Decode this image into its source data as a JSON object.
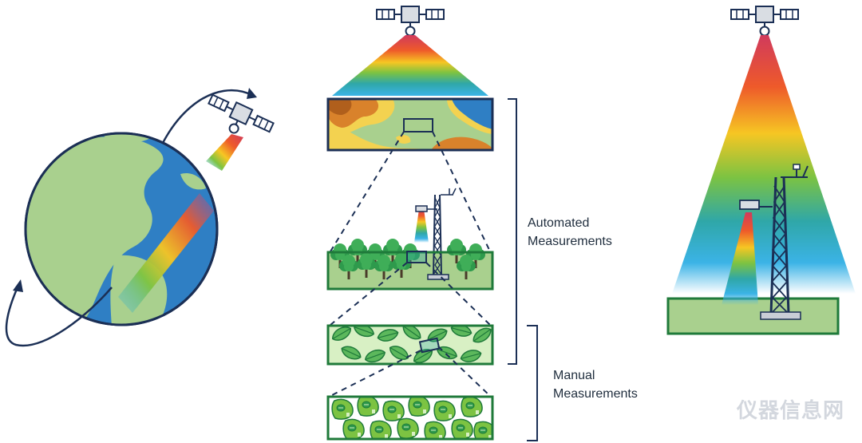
{
  "labels": {
    "automated_line1": "Automated",
    "automated_line2": "Measurements",
    "manual_line1": "Manual",
    "manual_line2": "Measurements"
  },
  "watermark": "仪器信息网",
  "colors": {
    "navy": "#1b2f55",
    "ocean": "#2f7fc4",
    "land": "#a9d08e",
    "green": "#2e9a4c",
    "tree_light": "#5cb85c",
    "ground": "#a9d08e",
    "terrain_orange": "#d9822b",
    "terrain_yellow": "#f3d250"
  },
  "icons": [
    "satellite-icon",
    "globe-icon",
    "flux-tower-icon",
    "tree-icon",
    "leaf-icon",
    "plant-cell-icon"
  ]
}
